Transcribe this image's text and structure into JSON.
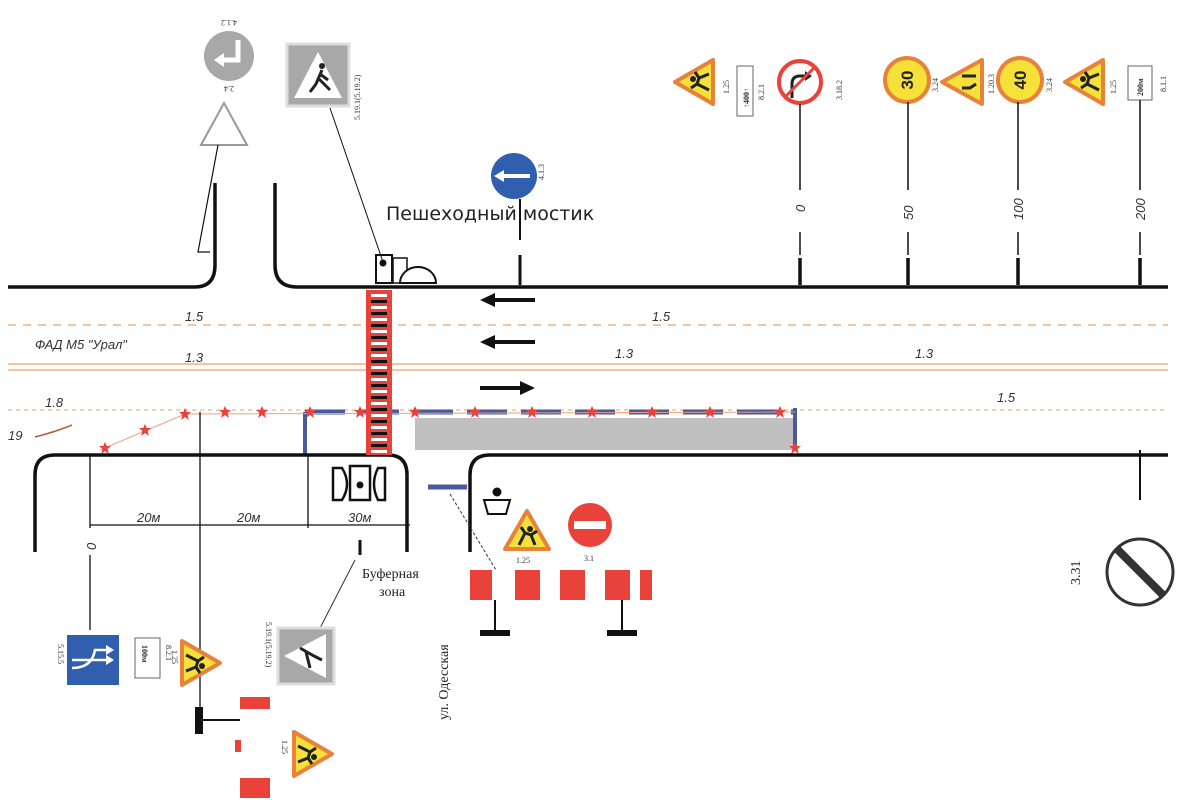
{
  "title_label": "Пешеходный мостик",
  "road_name": "ФАД М5 \"Урал\"",
  "street_name": "ул. Одесская",
  "buffer_zone": [
    "Буферная",
    "зона"
  ],
  "markings": {
    "m1": "1.5",
    "m2": "1.5",
    "m3": "1.3",
    "m4": "1.3",
    "m5": "1.3",
    "m6": "1.8",
    "m7": "1.5",
    "m8": "19"
  },
  "distances": [
    "0",
    "50",
    "100",
    "200"
  ],
  "dimensions": {
    "d1": "20м",
    "d2": "20м",
    "d3": "30м",
    "zero": "0"
  },
  "signs": {
    "top_left_round": "4.1.2",
    "top_left_triangle": "2.4",
    "crossing_top": "5.19.1(5.19.2)",
    "blue_left": "4.1.3",
    "t1": "1.25",
    "t1_plate": "↑400↑",
    "t1_plate_code": "8.2.1",
    "no_turn": "3.18.2",
    "speed30": "30",
    "speed30_code": "3.24",
    "narrowing": "1.20.3",
    "speed40": "40",
    "speed40_code": "3.24",
    "t2": "1.25",
    "plate200": "200м",
    "plate200_code": "8.1.1",
    "lanes": "5.15.5",
    "bl_plate": "100м",
    "bl_plate_code": "8.2.1",
    "bl_work": "1.25",
    "crossing_bottom": "5.19.1(5.19.2)",
    "barrier_work": "1.25",
    "work_right": "1.25",
    "no_entry": "3.1",
    "end_restrictions": "3.31"
  },
  "colors": {
    "marking": "#f0b080",
    "barrier_red": "#e8423a",
    "temp_marking_blue": "#4a5a9a",
    "sign_blue": "#2f5fae",
    "sign_yellow": "#f6e03a",
    "closed_area": "#c0c0c0"
  }
}
